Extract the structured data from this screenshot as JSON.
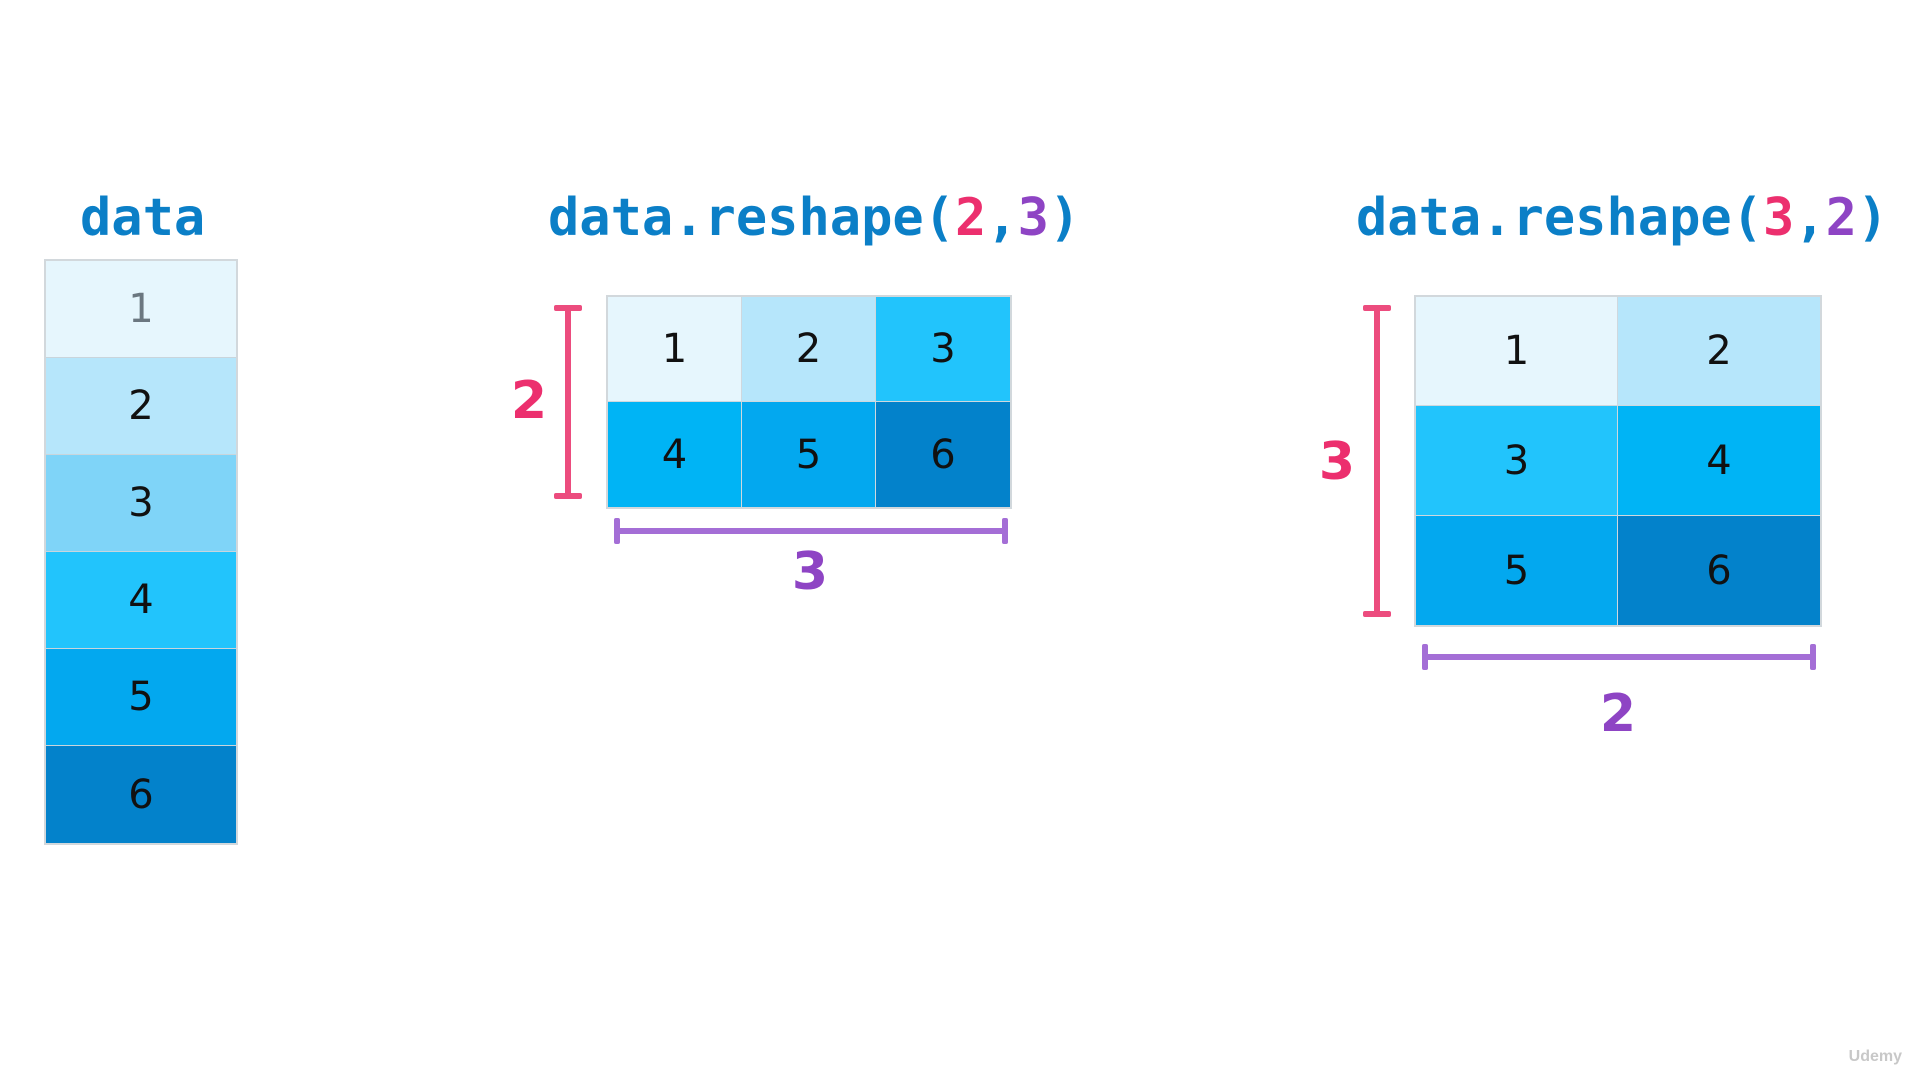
{
  "colors": {
    "title_blue": "#0b7fc7",
    "pink": "#ec2f6e",
    "purple": "#8e44c4",
    "pink_bar": "#ec4c7e",
    "purple_bar": "#a46ed6",
    "shades": [
      "#e6f6fd",
      "#b6e6fb",
      "#7fd4f8",
      "#22c4fc",
      "#03a8ef",
      "#0382cb"
    ],
    "shade_1_in_2x3_grid": "#00b4f5",
    "shade_4_in_3x2_grid": "#00b4f5",
    "shade_3_in_3x2_grid": "#22c4fc"
  },
  "data_panel": {
    "title": "data",
    "values": [
      "1",
      "2",
      "3",
      "4",
      "5",
      "6"
    ]
  },
  "reshape_2x3": {
    "title_prefix": "data.reshape(",
    "rows_arg": "2",
    "comma": ",",
    "cols_arg": "3",
    "title_suffix": ")",
    "rows_label": "2",
    "cols_label": "3",
    "cells": [
      [
        "1",
        "2",
        "3"
      ],
      [
        "4",
        "5",
        "6"
      ]
    ]
  },
  "reshape_3x2": {
    "title_prefix": "data.reshape(",
    "rows_arg": "3",
    "comma": ",",
    "cols_arg": "2",
    "title_suffix": ")",
    "rows_label": "3",
    "cols_label": "2",
    "cells": [
      [
        "1",
        "2"
      ],
      [
        "3",
        "4"
      ],
      [
        "5",
        "6"
      ]
    ]
  },
  "watermark": "Udemy"
}
